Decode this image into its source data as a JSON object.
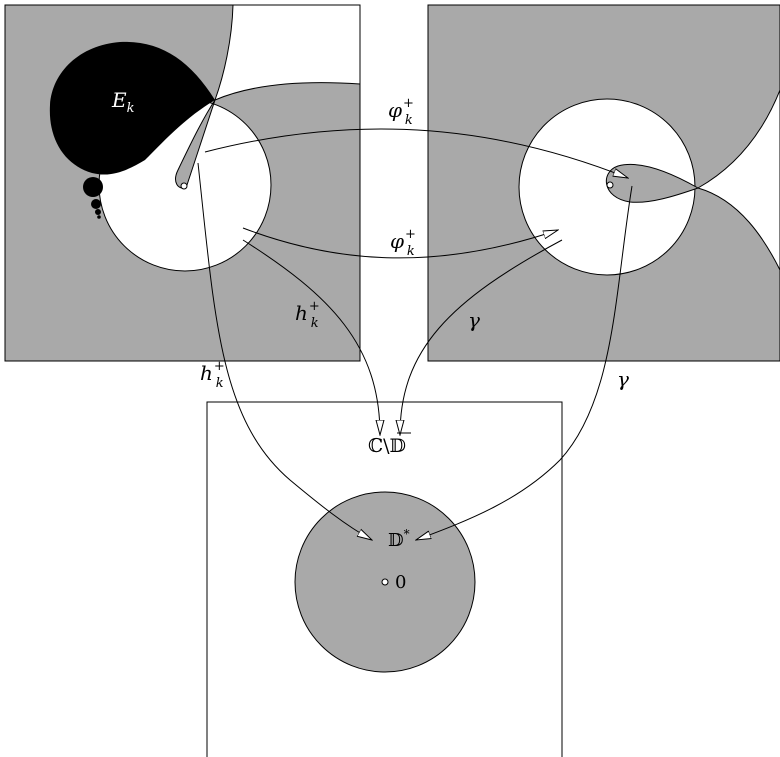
{
  "colors": {
    "region_gray": "#a9a9a9",
    "filled_set": "#000000",
    "background": "#ffffff"
  },
  "labels": {
    "ek_base": "E",
    "ek_sub": "k",
    "phi_base": "φ",
    "phi_sub": "k",
    "phi_sup": "+",
    "h_base": "h",
    "h_sub": "k",
    "h_sup": "+",
    "gamma": "γ",
    "complement": "ℂ\\",
    "disk_bar": "𝔻",
    "punctured_disk": "𝔻",
    "punctured_star": "*",
    "origin": "0"
  }
}
